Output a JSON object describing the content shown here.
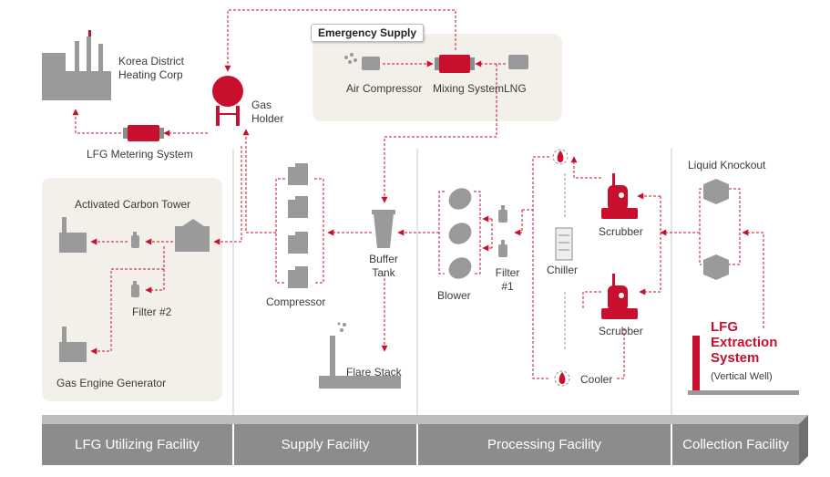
{
  "emergency_supply": {
    "title": "Emergency Supply",
    "air_compressor": "Air Compressor",
    "mixing_system": "Mixing System",
    "lng": "LNG"
  },
  "utilizing": {
    "korea_district": "Korea District Heating Corp",
    "gas_holder": "Gas Holder",
    "lfg_metering": "LFG Metering System",
    "activated_carbon": "Activated Carbon Tower",
    "filter2": "Filter #2",
    "gas_engine": "Gas Engine Generator"
  },
  "supply": {
    "compressor": "Compressor",
    "buffer_tank": "Buffer Tank",
    "flare_stack": "Flare Stack"
  },
  "processing": {
    "blower": "Blower",
    "filter1": "Filter #1",
    "chiller": "Chiller",
    "scrubber_top": "Scrubber",
    "scrubber_bottom": "Scrubber",
    "cooler": "Cooler"
  },
  "collection": {
    "liquid_knockout": "Liquid Knockout",
    "lfg_extraction": "LFG Extraction System",
    "vertical_well": "(Vertical Well)"
  },
  "sections": {
    "utilizing": "LFG Utilizing Facility",
    "supply": "Supply Facility",
    "processing": "Processing Facility",
    "collection": "Collection Facility"
  },
  "colors": {
    "accent_red": "#c8102e",
    "gray_icon": "#8c8c8c",
    "panel_beige": "#f3f0ea",
    "bar_gray": "#8c8c8c"
  }
}
